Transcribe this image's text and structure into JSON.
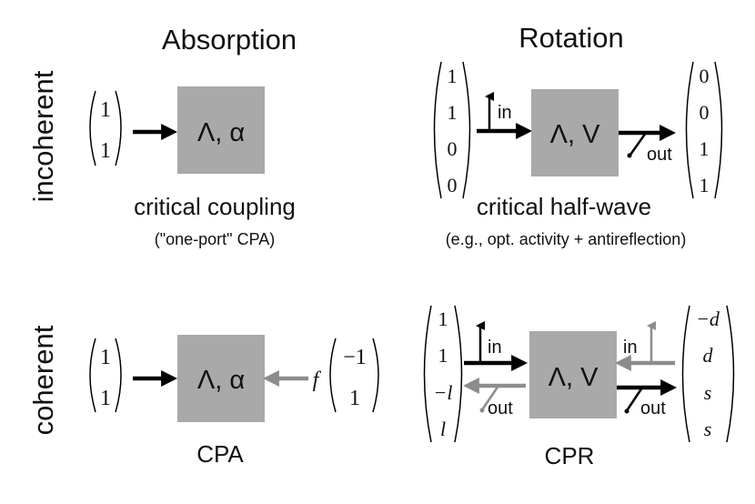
{
  "columns": {
    "absorption": "Absorption",
    "rotation": "Rotation"
  },
  "rows": {
    "incoherent": "incoherent",
    "coherent": "coherent"
  },
  "cells": {
    "incoherent_absorption": {
      "vector": [
        "1",
        "1"
      ],
      "box": "Λ, α",
      "caption": "critical coupling",
      "subcaption": "(\"one-port\" CPA)"
    },
    "incoherent_rotation": {
      "input_vector": [
        "1",
        "1",
        "0",
        "0"
      ],
      "output_vector": [
        "0",
        "0",
        "1",
        "1"
      ],
      "in_label": "in",
      "out_label": "out",
      "box": "Λ, V",
      "caption": "critical half-wave",
      "subcaption": "(e.g., opt. activity + antireflection)"
    },
    "coherent_absorption": {
      "left_vector": [
        "1",
        "1"
      ],
      "right_vector": [
        "−1",
        "1"
      ],
      "factor": "f",
      "box": "Λ, α",
      "caption": "CPA"
    },
    "coherent_rotation": {
      "left_vector": [
        "1",
        "1",
        "−l",
        "l"
      ],
      "right_vector": [
        "−d",
        "d",
        "s",
        "s"
      ],
      "in_label_left": "in",
      "out_label_left": "out",
      "in_label_right": "in",
      "out_label_right": "out",
      "box": "Λ, V",
      "caption": "CPR"
    }
  },
  "colors": {
    "box": "#a9a9a9",
    "arrow_dark": "#000000",
    "arrow_gray": "#8c8c8c"
  }
}
